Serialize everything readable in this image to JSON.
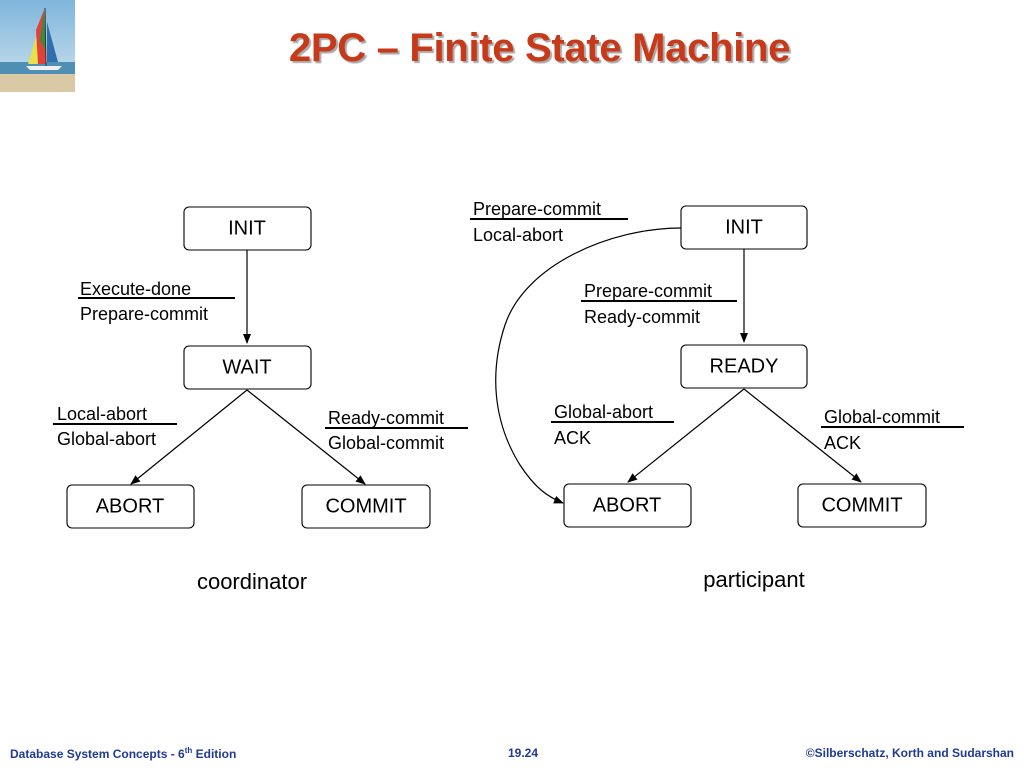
{
  "title": "2PC – Finite State Machine",
  "coordinator": {
    "caption": "coordinator",
    "states": {
      "init": "INIT",
      "wait": "WAIT",
      "abort": "ABORT",
      "commit": "COMMIT"
    },
    "transitions": {
      "init_wait": {
        "event": "Execute-done",
        "action": "Prepare-commit"
      },
      "wait_abort": {
        "event": "Local-abort",
        "action": "Global-abort"
      },
      "wait_commit": {
        "event": "Ready-commit",
        "action": "Global-commit"
      }
    }
  },
  "participant": {
    "caption": "participant",
    "states": {
      "init": "INIT",
      "ready": "READY",
      "abort": "ABORT",
      "commit": "COMMIT"
    },
    "transitions": {
      "init_abort": {
        "event": "Prepare-commit",
        "action": "Local-abort"
      },
      "init_ready": {
        "event": "Prepare-commit",
        "action": "Ready-commit"
      },
      "ready_abort": {
        "event": "Global-abort",
        "action": "ACK"
      },
      "ready_commit": {
        "event": "Global-commit",
        "action": "ACK"
      }
    }
  },
  "footer": {
    "book_prefix": "Database System Concepts - 6",
    "book_sup": "th",
    "book_suffix": " Edition",
    "page": "19.24",
    "copyright": "©Silberschatz, Korth and Sudarshan"
  },
  "colors": {
    "title": "#c8391a",
    "footer": "#1f3a93"
  }
}
